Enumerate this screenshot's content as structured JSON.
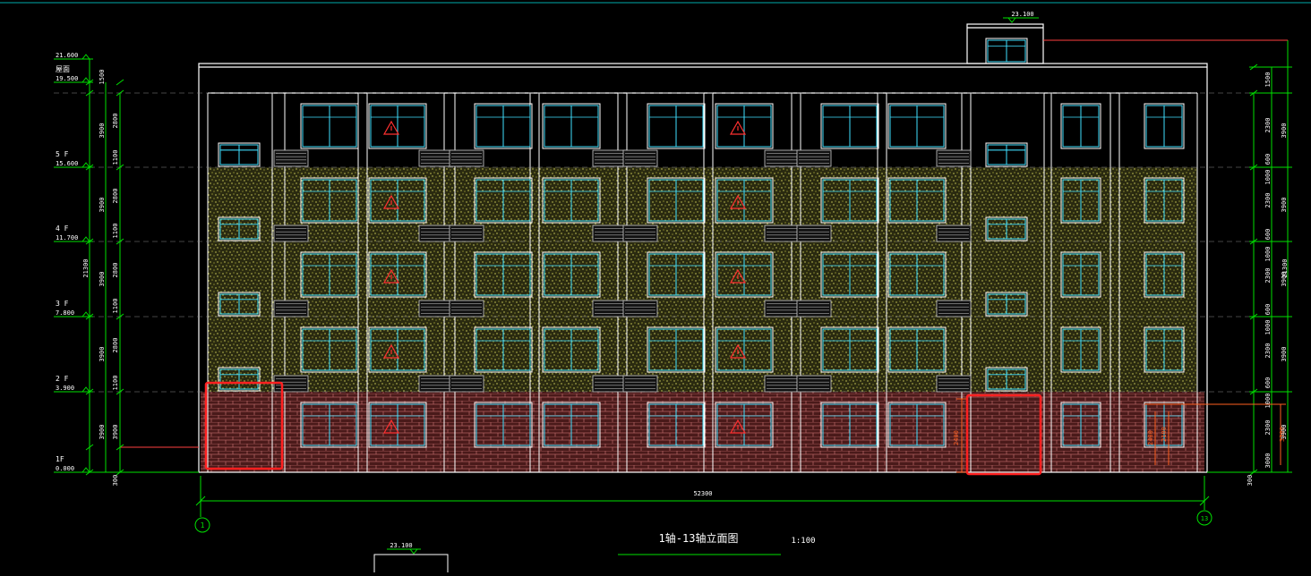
{
  "drawing": {
    "title": "1轴-13轴立面图",
    "scale": "1:100",
    "roof_top_level": "23.100",
    "bottom_level": "23.100",
    "total_width": "52300",
    "axis_left": "1",
    "axis_right": "13"
  },
  "levels": [
    {
      "elev": "21.600",
      "label": ""
    },
    {
      "elev": "19.500",
      "label": "屋面"
    },
    {
      "elev": "15.600",
      "label": "5 F"
    },
    {
      "elev": "11.700",
      "label": "4 F"
    },
    {
      "elev": "7.800",
      "label": "3 F"
    },
    {
      "elev": "3.900",
      "label": "2 F"
    },
    {
      "elev": "0.000",
      "label": "1F"
    }
  ],
  "left_dims": {
    "outer": [
      "1500",
      "3900",
      "3900",
      "3900",
      "3900",
      "3900"
    ],
    "total": "21300",
    "inner": [
      "2800",
      "1100",
      "2800",
      "1100",
      "2800",
      "1100",
      "2800",
      "1100",
      "3900"
    ],
    "base": "300"
  },
  "right_dims": {
    "inner": [
      "1500",
      "2300",
      "600",
      "1000",
      "2300",
      "600",
      "1000",
      "2300",
      "600",
      "1000",
      "2300",
      "600",
      "1000",
      "2300",
      "3000"
    ],
    "outer": [
      "3900",
      "3900",
      "3900",
      "3900",
      "3900"
    ],
    "total": "21300",
    "base": "300"
  },
  "annotations": {
    "a1": "2400",
    "a2": "2100",
    "a3": "3300",
    "a4": "2400"
  },
  "colors": {
    "line": "#ffffff",
    "dim": "#00e000",
    "window": "#40e0ff",
    "highlight": "#ff2020",
    "texture": "#d8d860",
    "brick": "#a05050"
  }
}
